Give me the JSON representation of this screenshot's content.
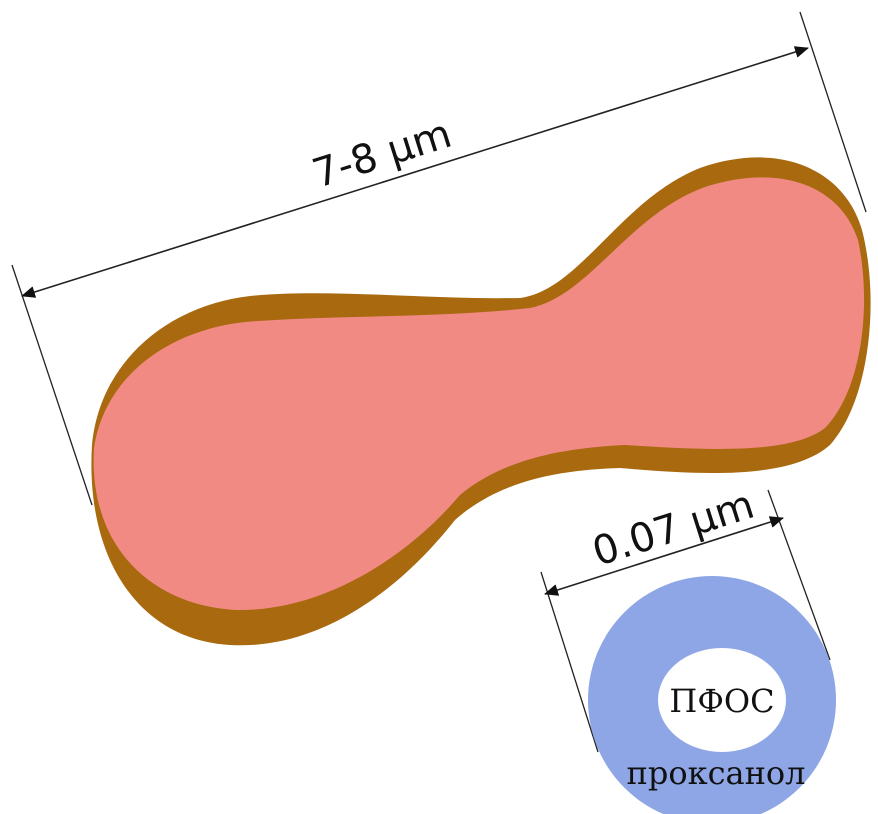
{
  "colors": {
    "cell_fill": "#f28a84",
    "cell_rim": "#a8690f",
    "particle_shell": "#8ea6e6",
    "particle_core": "#ffffff",
    "lines": "#222222"
  },
  "icons": [
    "double-arrow-icon"
  ],
  "cell": {
    "size_label": "7-8 µm"
  },
  "particle": {
    "size_label": "0.07 µm",
    "core_label": "ПФОС",
    "shell_label": "проксанол"
  }
}
